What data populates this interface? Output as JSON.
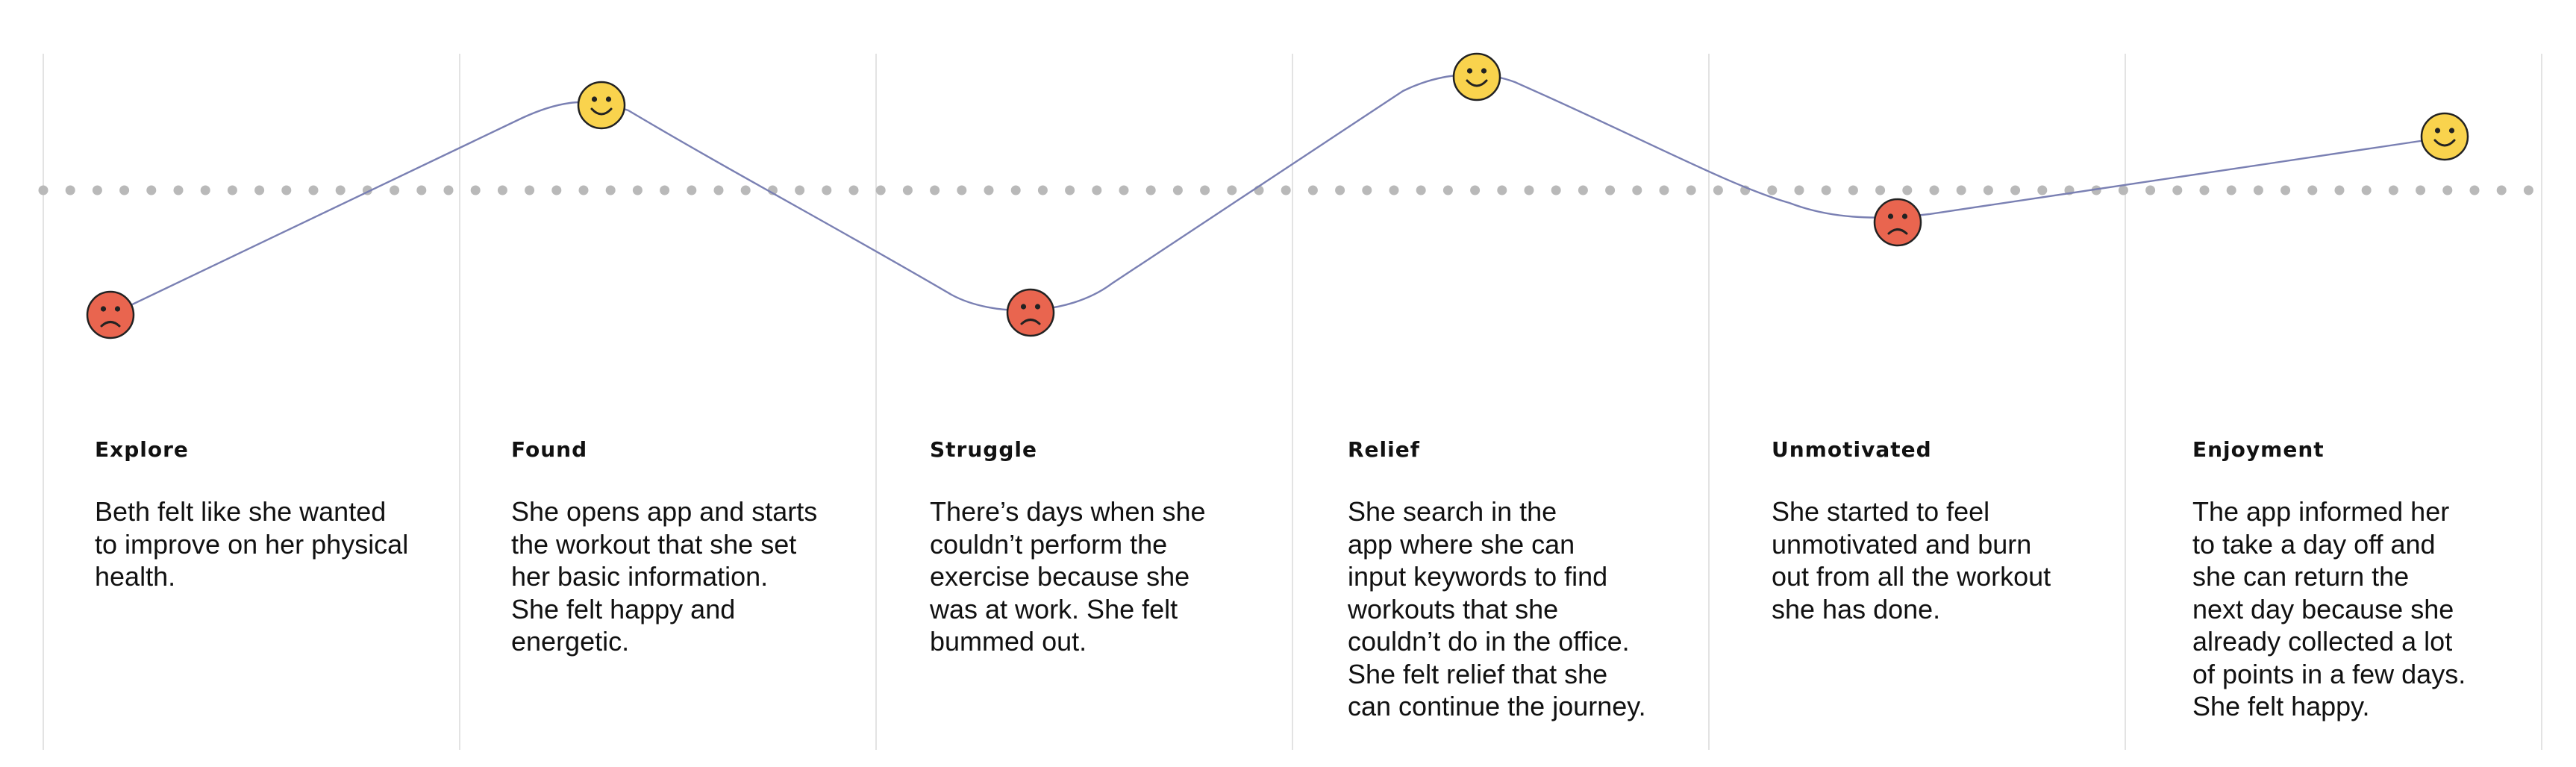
{
  "colors": {
    "background": "#ffffff",
    "divider": "#e3e3e3",
    "baseline_dots": "#b9b9b9",
    "curve": "#7a80b3",
    "happy_face": "#f9d34d",
    "sad_face": "#e9654f",
    "face_outline": "#222222",
    "text": "#111111"
  },
  "stages": [
    {
      "title": "Explore",
      "mood": "sad",
      "icon": "sad-face-icon",
      "description_lines": [
        "Beth felt like she wanted",
        "to improve on her physical",
        "health."
      ]
    },
    {
      "title": "Found",
      "mood": "happy",
      "icon": "happy-face-icon",
      "description_lines": [
        "She opens app and starts",
        "the workout that she set",
        "her basic information.",
        "She felt happy and",
        "energetic."
      ]
    },
    {
      "title": "Struggle",
      "mood": "sad",
      "icon": "sad-face-icon",
      "description_lines": [
        "There’s days when she",
        "couldn’t perform the",
        "exercise because she",
        "was at work. She felt",
        "bummed out."
      ]
    },
    {
      "title": "Relief",
      "mood": "happy",
      "icon": "happy-face-icon",
      "description_lines": [
        "She search in the",
        "app where she can",
        "input keywords to find",
        "workouts that she",
        "couldn’t do in the office.",
        "She felt relief that she",
        "can continue the journey."
      ]
    },
    {
      "title": "Unmotivated",
      "mood": "sad",
      "icon": "sad-face-icon",
      "description_lines": [
        "She started to feel",
        "unmotivated and burn",
        "out from all the workout",
        "she has done."
      ]
    },
    {
      "title": "Enjoyment",
      "mood": "happy",
      "icon": "happy-face-icon",
      "description_lines": [
        "The app informed her",
        "to take a day off and",
        "she can return the",
        "next day because she",
        "already collected a lot",
        "of points in a few days.",
        "She felt happy."
      ]
    }
  ]
}
